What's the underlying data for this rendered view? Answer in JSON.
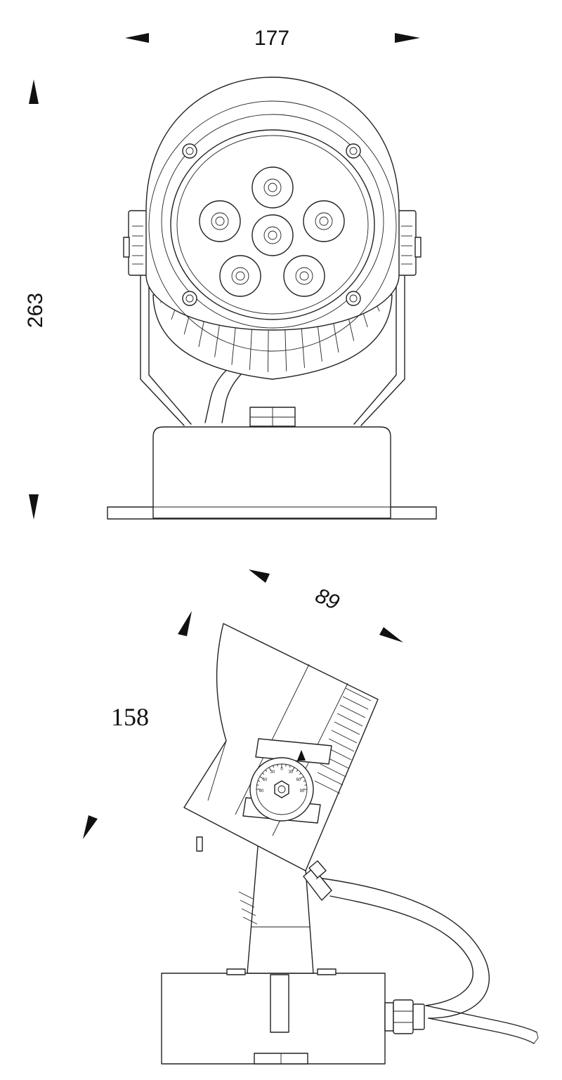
{
  "front_view": {
    "width_label": "177",
    "height_label": "263",
    "led_count": 6
  },
  "side_view": {
    "depth_label": "89",
    "height_label": "158",
    "scale_labels": [
      "90",
      "60",
      "30",
      "0",
      "30",
      "60",
      "90"
    ]
  },
  "colors": {
    "line": "#222222",
    "arrow": "#111111",
    "background": "#ffffff"
  }
}
